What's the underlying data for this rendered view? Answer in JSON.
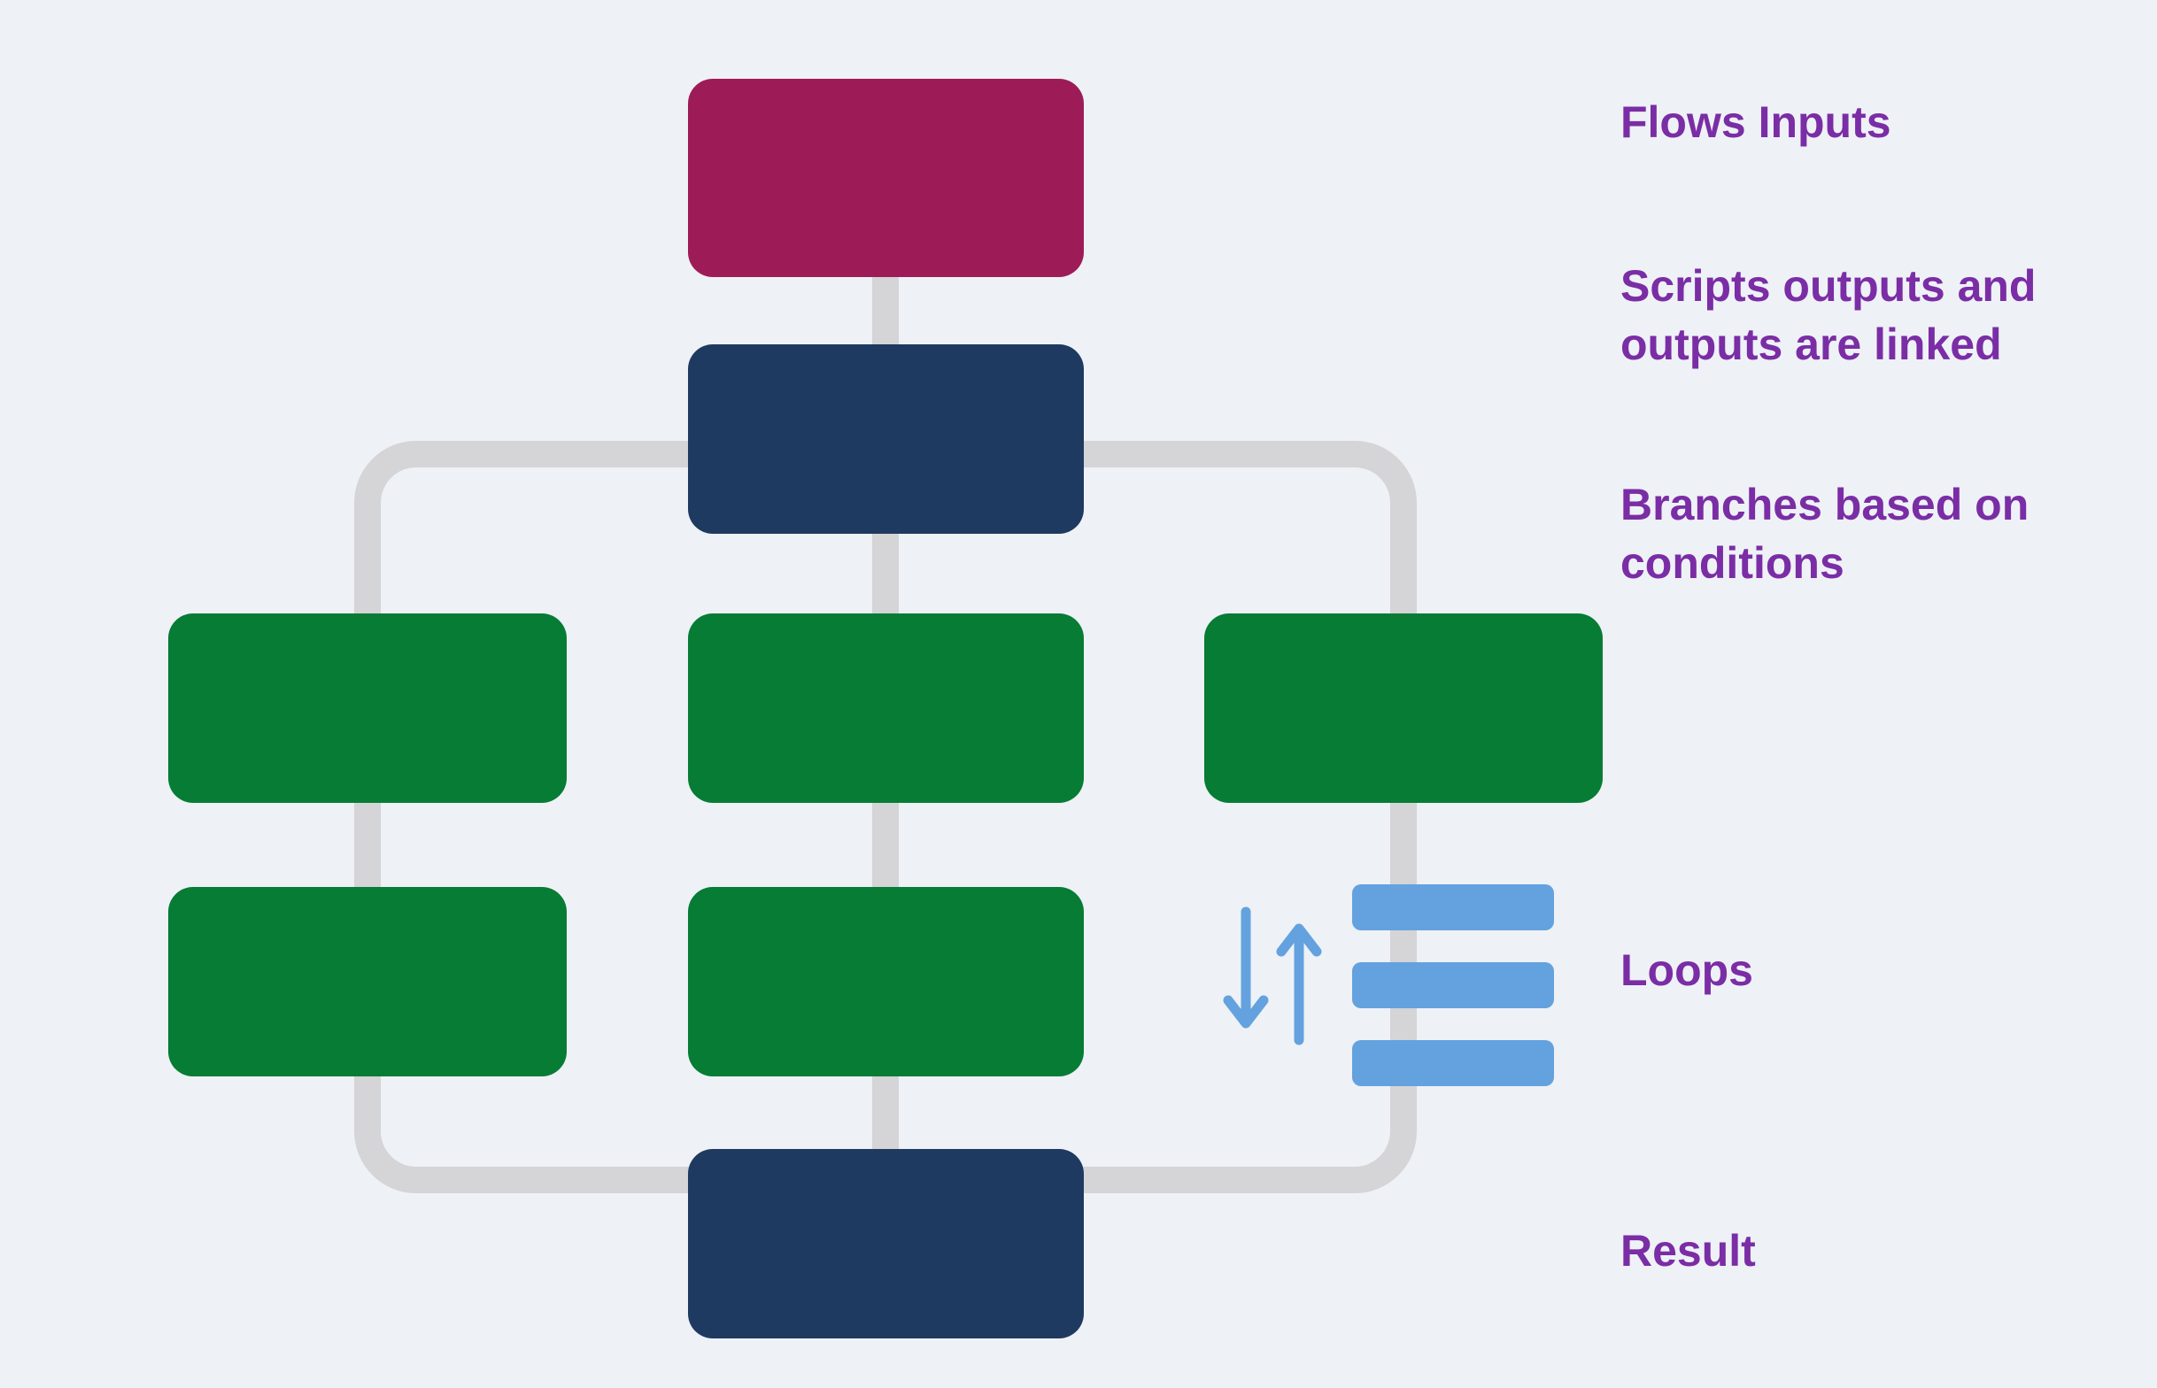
{
  "colors": {
    "background": "#eef1f6",
    "input_node": "#9d1c57",
    "script_node": "#1e3a60",
    "branch_node": "#067c35",
    "connector": "#d5d4d6",
    "loop_accent": "#63a2de",
    "label_text": "#7a2da5"
  },
  "diagram": {
    "nodes": [
      {
        "id": "input-node",
        "role": "flow-input",
        "color": "#9d1c57"
      },
      {
        "id": "script-node",
        "role": "script",
        "color": "#1e3a60"
      },
      {
        "id": "branch-node-left",
        "role": "branch",
        "color": "#067c35"
      },
      {
        "id": "branch-node-center",
        "role": "branch",
        "color": "#067c35"
      },
      {
        "id": "branch-node-right",
        "role": "branch",
        "color": "#067c35"
      },
      {
        "id": "loop-node-left",
        "role": "branch",
        "color": "#067c35"
      },
      {
        "id": "loop-node-center",
        "role": "branch",
        "color": "#067c35"
      },
      {
        "id": "result-node",
        "role": "result",
        "color": "#1e3a60"
      }
    ],
    "labels": {
      "flows_inputs": "Flows Inputs",
      "scripts_outputs": "Scripts outputs and outputs are linked",
      "branches": "Branches based on conditions",
      "loops": "Loops",
      "result": "Result"
    }
  }
}
